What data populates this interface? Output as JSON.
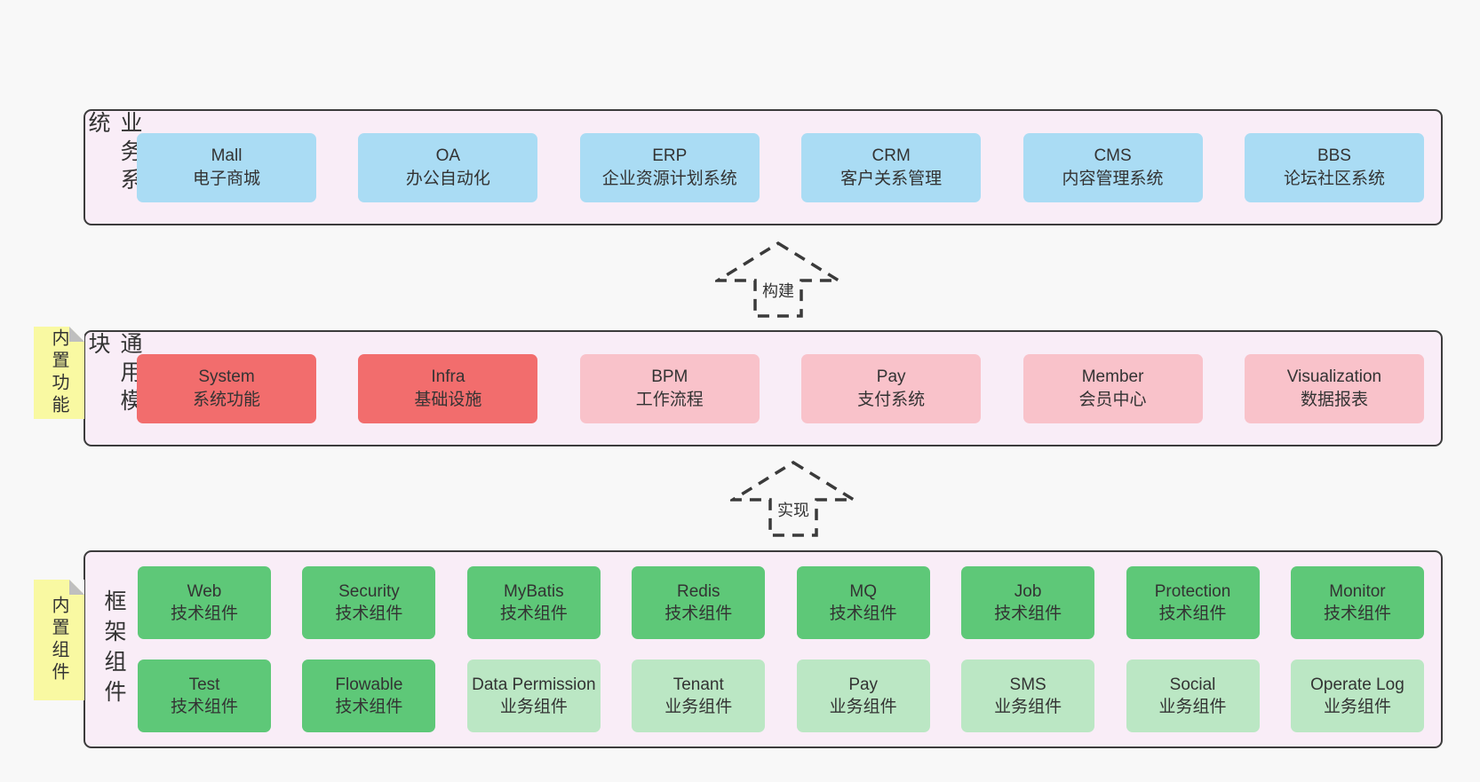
{
  "diagram": {
    "arrows": [
      {
        "label": "构建"
      },
      {
        "label": "实现"
      }
    ],
    "bands": [
      {
        "label": "业务系统",
        "boxes": [
          {
            "name": "Mall",
            "desc": "电子商城"
          },
          {
            "name": "OA",
            "desc": "办公自动化"
          },
          {
            "name": "ERP",
            "desc": "企业资源计划系统"
          },
          {
            "name": "CRM",
            "desc": "客户关系管理"
          },
          {
            "name": "CMS",
            "desc": "内容管理系统"
          },
          {
            "name": "BBS",
            "desc": "论坛社区系统"
          }
        ]
      },
      {
        "label": "通用模块",
        "sticky": "内置功能",
        "boxes": [
          {
            "name": "System",
            "desc": "系统功能",
            "emphasis": "strong"
          },
          {
            "name": "Infra",
            "desc": "基础设施",
            "emphasis": "strong"
          },
          {
            "name": "BPM",
            "desc": "工作流程",
            "emphasis": "light"
          },
          {
            "name": "Pay",
            "desc": "支付系统",
            "emphasis": "light"
          },
          {
            "name": "Member",
            "desc": "会员中心",
            "emphasis": "light"
          },
          {
            "name": "Visualization",
            "desc": "数据报表",
            "emphasis": "light"
          }
        ]
      },
      {
        "label": "框架组件",
        "sticky": "内置组件",
        "rows": [
          [
            {
              "name": "Web",
              "desc": "技术组件"
            },
            {
              "name": "Security",
              "desc": "技术组件"
            },
            {
              "name": "MyBatis",
              "desc": "技术组件"
            },
            {
              "name": "Redis",
              "desc": "技术组件"
            },
            {
              "name": "MQ",
              "desc": "技术组件"
            },
            {
              "name": "Job",
              "desc": "技术组件"
            },
            {
              "name": "Protection",
              "desc": "技术组件"
            },
            {
              "name": "Monitor",
              "desc": "技术组件"
            }
          ],
          [
            {
              "name": "Test",
              "desc": "技术组件"
            },
            {
              "name": "Flowable",
              "desc": "技术组件"
            },
            {
              "name": "Data Permission",
              "desc": "业务组件"
            },
            {
              "name": "Tenant",
              "desc": "业务组件"
            },
            {
              "name": "Pay",
              "desc": "业务组件"
            },
            {
              "name": "SMS",
              "desc": "业务组件"
            },
            {
              "name": "Social",
              "desc": "业务组件"
            },
            {
              "name": "Operate Log",
              "desc": "业务组件"
            }
          ]
        ]
      }
    ],
    "colors": {
      "page_background": "#f8f8f8",
      "band_background": "#f9edf7",
      "band_border": "#3c3c3c",
      "business_box": "#aadcf4",
      "module_strong_box": "#f26d6d",
      "module_light_box": "#f9c2ca",
      "tech_component_box": "#5ec878",
      "biz_component_box": "#bbe7c4",
      "sticky_note": "#f9f9a2",
      "sticky_fold": "#bfbfbf",
      "text": "#333333",
      "arrow_dash": "#3a3a3a"
    }
  }
}
